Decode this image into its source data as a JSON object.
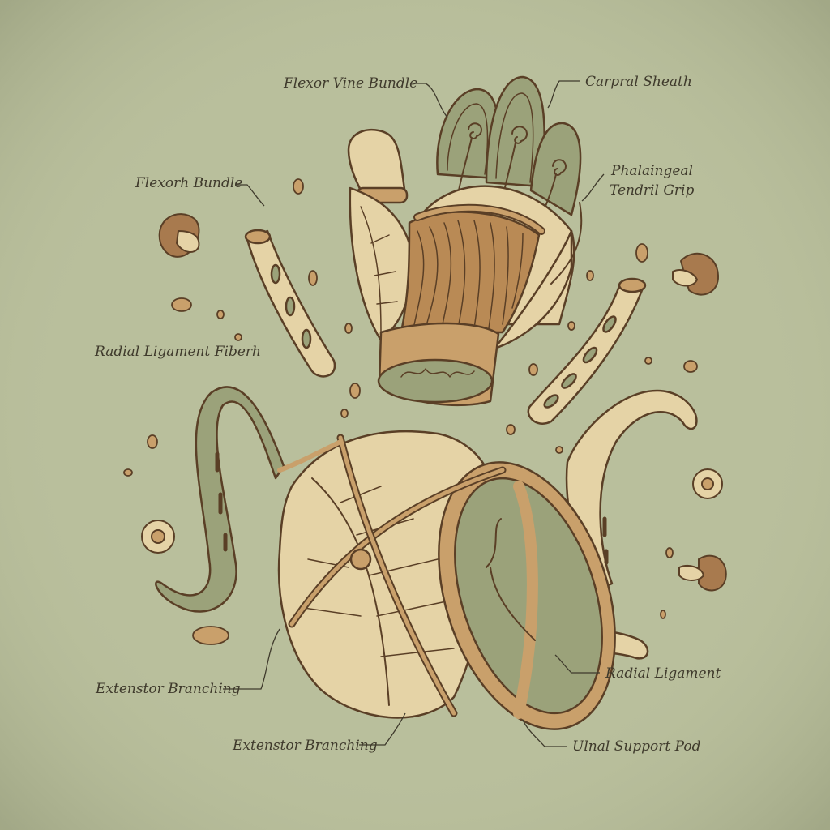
{
  "labels": {
    "flexor_vine_bundle": "Flexor Vine Bundle",
    "carpral_sheath": "Carpral Sheath",
    "phalangeal_line1": "Phalaingeal",
    "phalangeal_line2": "Tendril Grip",
    "flexorh_bundle": "Flexorh Bundle",
    "radial_ligament_fiberh": "Radial Ligament Fiberh",
    "extenstor_branching_left": "Extenstor Branching",
    "extenstor_branching_bottom": "Extenstor Branching",
    "radial_ligament": "Radial Ligament",
    "ulnal_support_pod": "Ulnal Support Pod"
  },
  "colors": {
    "background": "#b9bf9c",
    "ink": "#5a3f26",
    "wood": "#c9a06b",
    "leaf": "#e5d3a6",
    "moss": "#9ba27a"
  }
}
